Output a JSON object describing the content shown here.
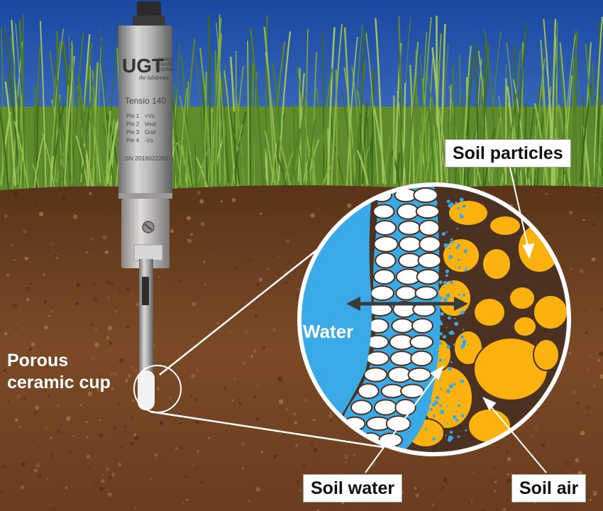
{
  "labels": {
    "soil_particles": "Soil particles",
    "soil_water": "Soil water",
    "soil_air": "Soil air",
    "water": "Water",
    "porous_line1": "Porous",
    "porous_line2": "ceramic cup"
  },
  "sensor": {
    "brand": "UGT",
    "brand_small_1": "UMWELT",
    "brand_small_2": "GERÄTE",
    "brand_small_3": "TECHNIK",
    "brand_tag": "the labdevice",
    "model": "Tensio 140",
    "pins": [
      {
        "name": "Pin 1",
        "signal": "+Vs"
      },
      {
        "name": "Pin 2",
        "signal": "Vout"
      },
      {
        "name": "Pin 3",
        "signal": "Gnd"
      },
      {
        "name": "Pin 4",
        "signal": "-Vs"
      }
    ],
    "serial": "SN 2019022202"
  },
  "colors": {
    "sky": "#1f4fa8",
    "grass": "#6f9a35",
    "soil": "#6b3d1e",
    "water": "#3aaae6",
    "particle": "#fbb20f",
    "pore_wall": "#5a4030",
    "ceramic_grain": "#ffffff"
  }
}
